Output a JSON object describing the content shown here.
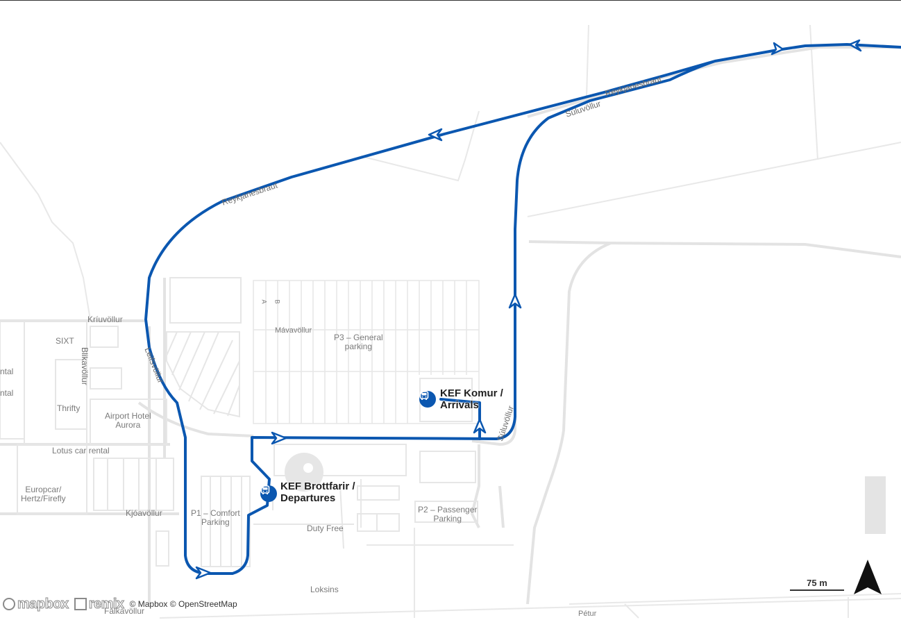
{
  "map": {
    "places": {
      "kriuvollur": "Kríuvöllur",
      "sixt": "SIXT",
      "rental_top": "ntal",
      "rental_bottom": "ntal",
      "thrifty": "Thrifty",
      "airport_hotel": "Airport Hotel\nAurora",
      "lotus": "Lotus car rental",
      "europcar": "Europcar/\nHertz/Firefly",
      "kjoavollur": "Kjóavöllur",
      "p1": "P1 – Comfort\nParking",
      "duty_free": "Duty Free",
      "p2": "P2 – Passenger\nParking",
      "p3": "P3 – General\nparking",
      "mavavollur": "Mávavöllur",
      "row_b": "B",
      "row_a": "A",
      "loksins": "Loksins",
      "falkavollur": "Fálkavöllur",
      "peturs": "Pétur"
    },
    "roads": {
      "reykjanesbraut_west": "Reykjanesbraut",
      "reykjanesbraut_east": "Reykjanesbraut",
      "suluvollur_north": "Súluvöllur",
      "suluvollur_south": "Súluvöllur",
      "leifsvollur": "Leifsvöllur",
      "blikavollur": "Blikavöllur"
    },
    "stops": [
      {
        "name": "KEF Komur /\nArrivals",
        "icon": "bus-stop-icon"
      },
      {
        "name": "KEF Brottfarir /\nDepartures",
        "icon": "bus-stop-icon"
      }
    ],
    "route_color": "#0b57b0",
    "road_color": "#e3e3e3",
    "scale": {
      "label": "75 m"
    },
    "north_icon": "north-arrow-icon",
    "attribution": {
      "mapbox_logo": "mapbox",
      "remix_logo": "remix",
      "text": "© Mapbox © OpenStreetMap"
    }
  }
}
